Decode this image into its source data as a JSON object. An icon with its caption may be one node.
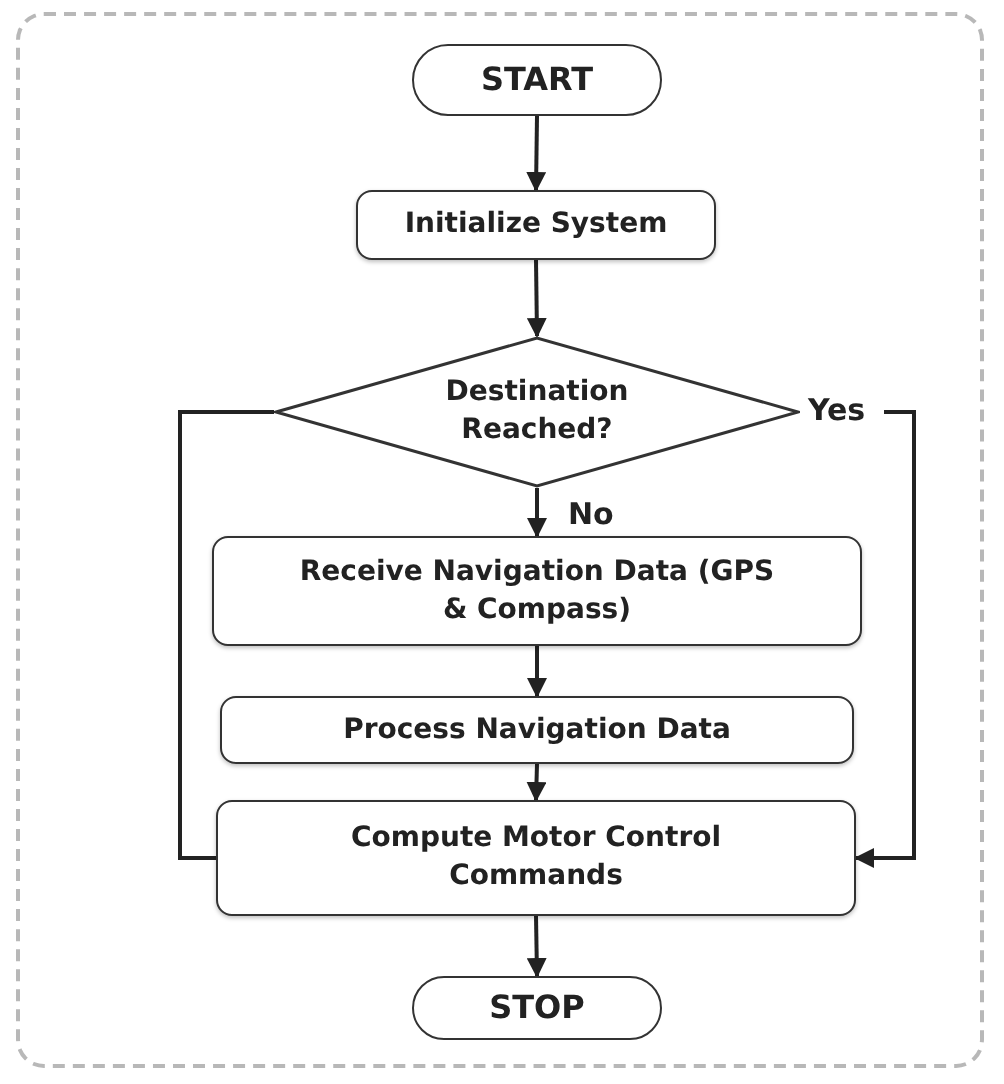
{
  "diagram": {
    "nodes": [
      {
        "text": [
          "START"
        ]
      },
      {
        "text": [
          "Initialize System"
        ]
      },
      {
        "text": [
          "Destination Reached?"
        ]
      },
      {
        "text": [
          "Receive Navigation Data (GPS & Compass)"
        ]
      },
      {
        "text": [
          "Process Navigation Data"
        ]
      },
      {
        "text": [
          "Compute Motor Control Commands"
        ]
      },
      {
        "text": [
          "STOP"
        ]
      }
    ],
    "edges": [
      {
        "from": 0,
        "to": 1,
        "arrow": "to"
      },
      {
        "from": 1,
        "to": 2,
        "arrow": "to"
      },
      {
        "from": 2,
        "to": 3,
        "arrow": "to",
        "label": "No"
      },
      {
        "from": 3,
        "to": 4,
        "arrow": "to"
      },
      {
        "from": 4,
        "to": 5,
        "arrow": "to"
      },
      {
        "from": 2,
        "to": 5,
        "arrow": "to",
        "label": "Yes"
      },
      {
        "from": 5,
        "to": 6,
        "arrow": "to"
      },
      {
        "from": 5,
        "to": 2,
        "arrow": "none"
      }
    ]
  }
}
